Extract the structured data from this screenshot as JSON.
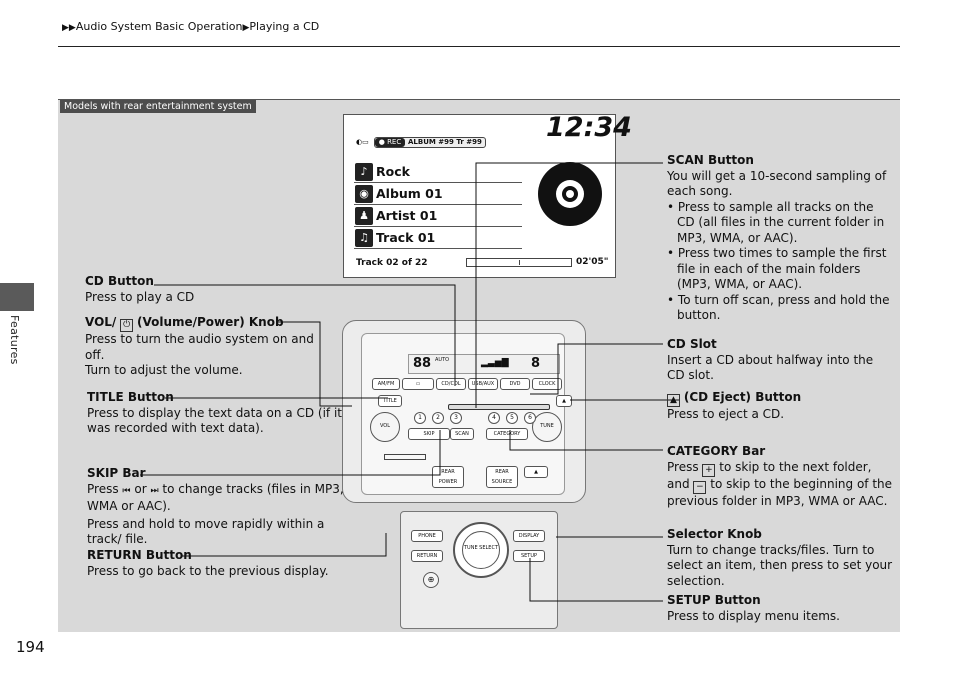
{
  "breadcrumb": {
    "arrow": "▶▶",
    "section": "Audio System Basic Operation",
    "sep": "▶",
    "page": "Playing a CD"
  },
  "model_tab": "Models with rear entertainment system",
  "side_tab": "Features",
  "page_number": "194",
  "screen": {
    "clock": "12:34",
    "header_badge": "● REC",
    "header_text": "ALBUM #99   Tr   #99",
    "rows": [
      {
        "icon": "guitar-icon",
        "glyph": "♪",
        "label": "Rock"
      },
      {
        "icon": "album-icon",
        "glyph": "◉",
        "label": "Album 01"
      },
      {
        "icon": "artist-icon",
        "glyph": "♟",
        "label": "Artist 01"
      },
      {
        "icon": "music-note-icon",
        "glyph": "♫",
        "label": "Track 01"
      }
    ],
    "track_info": "Track 02 of 22",
    "elapsed_time": "02'05\"",
    "progress": 0.5
  },
  "unit_buttons": {
    "am_fm": "AM/FM",
    "cd_cdl": "CD/CDL",
    "usb_aux": "USB/AUX",
    "dvd": "DVD",
    "clock": "CLOCK",
    "title": "TITLE",
    "vol": "VOL",
    "tune": "TUNE",
    "skip": "SKIP",
    "scan": "SCAN",
    "category": "CATEGORY",
    "rear_power": "REAR POWER",
    "rear_source": "REAR SOURCE",
    "phone": "PHONE",
    "return": "RETURN",
    "display": "DISPLAY",
    "setup": "SETUP",
    "knob": "TUNE SELECT",
    "presets": [
      "1",
      "2",
      "3",
      "4",
      "5",
      "6"
    ]
  },
  "left_labels": {
    "cd_button": {
      "title": "CD Button",
      "desc": "Press to play a CD"
    },
    "vol": {
      "title_a": "VOL/",
      "title_b": "(Volume/Power) Knob",
      "desc1": "Press to turn the audio system on and off.",
      "desc2": "Turn to adjust the volume."
    },
    "title_button": {
      "title": "TITLE Button",
      "desc": "Press to display the text data on a CD (if it was recorded with text data)."
    },
    "skip_bar": {
      "title": "SKIP Bar",
      "desc_a": "Press",
      "desc_or": "or",
      "desc_b": "to change tracks (files in MP3, WMA or AAC).",
      "desc2": "Press and hold to move rapidly within a track/ file."
    },
    "return_button": {
      "title": "RETURN Button",
      "desc": "Press to go back to the previous display."
    }
  },
  "right_labels": {
    "scan_button": {
      "title": "SCAN Button",
      "desc": "You will get a 10-second sampling of each song.",
      "bullets": [
        "Press to sample all tracks on the CD (all files in the current folder in MP3, WMA, or AAC).",
        "Press two times to sample the first file in each of the main folders (MP3, WMA, or AAC).",
        "To turn off scan, press and hold the button."
      ]
    },
    "cd_slot": {
      "title": "CD Slot",
      "desc": "Insert a CD about halfway into the CD slot."
    },
    "cd_eject": {
      "title": "(CD Eject) Button",
      "desc": "Press to eject a CD."
    },
    "category_bar": {
      "title": "CATEGORY Bar",
      "desc_a": "Press",
      "desc_b": "to skip to the next folder, and",
      "desc_c": "to skip to the beginning of the previous folder in MP3, WMA or AAC."
    },
    "selector_knob": {
      "title": "Selector Knob",
      "desc": "Turn to change tracks/files. Turn to select an item, then press to set your selection."
    },
    "setup_button": {
      "title": "SETUP Button",
      "desc": "Press to display menu items."
    }
  }
}
